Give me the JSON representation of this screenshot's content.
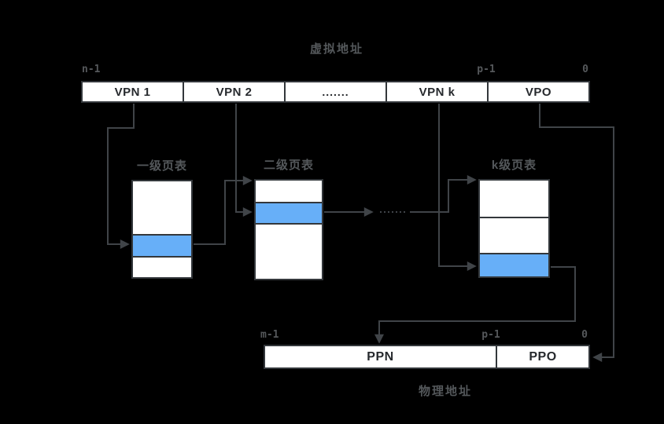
{
  "diagram": {
    "virtual_address": {
      "title": "虚拟地址",
      "bits_high": "n-1",
      "bits_mid": "p-1",
      "bits_low": "0",
      "cells": [
        {
          "label": "VPN 1"
        },
        {
          "label": "VPN 2"
        },
        {
          "label": "......."
        },
        {
          "label": "VPN k"
        },
        {
          "label": "VPO"
        }
      ]
    },
    "page_tables": [
      {
        "title": "一级页表",
        "rows": 3,
        "highlighted_row": 2
      },
      {
        "title": "二级页表",
        "rows": 3,
        "highlighted_row": 2
      },
      {
        "title": "k级页表",
        "rows": 3,
        "highlighted_row": 3
      }
    ],
    "physical_address": {
      "title": "物理地址",
      "bits_high": "m-1",
      "bits_mid": "p-1",
      "bits_low": "0",
      "cells": [
        {
          "label": "PPN"
        },
        {
          "label": "PPO"
        }
      ]
    },
    "colors": {
      "background": "#000000",
      "highlight": "#67aff8",
      "wire": "#404448",
      "border": "#33373b",
      "label": "#54585b",
      "cell_text": "#26292d"
    }
  }
}
